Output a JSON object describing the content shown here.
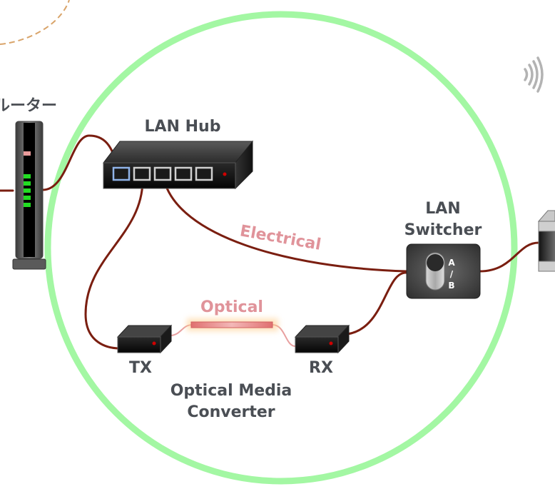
{
  "labels": {
    "router": "ルーター",
    "hub": "LAN Hub",
    "switcher_line1": "LAN",
    "switcher_line2": "Switcher",
    "electrical": "Electrical",
    "optical": "Optical",
    "tx": "TX",
    "rx": "RX",
    "converter_line1": "Optical Media",
    "converter_line2": "Converter",
    "switch_a": "A",
    "switch_slash": "/",
    "switch_b": "B"
  },
  "colors": {
    "circle": "#a3f7a3",
    "cable": "#7a1e10",
    "optical_glow": "#f2a6a0",
    "label_text": "#4a4e54",
    "medium_label": "#e0939a",
    "led_green": "#22dd22",
    "led_red": "#d00000",
    "dashed_path": "#d9a46a",
    "wifi": "#b3b3b3"
  },
  "devices": {
    "hub_ports": 5,
    "hub_active_port": 1,
    "router_green_leds": 5
  }
}
